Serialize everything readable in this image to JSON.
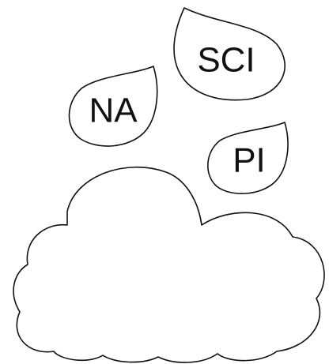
{
  "diagram": {
    "drops": [
      {
        "id": "sci",
        "label": "SCI"
      },
      {
        "id": "na",
        "label": "NA"
      },
      {
        "id": "pi",
        "label": "PI"
      }
    ],
    "colors": {
      "stroke": "#111111",
      "fill": "#ffffff"
    }
  }
}
